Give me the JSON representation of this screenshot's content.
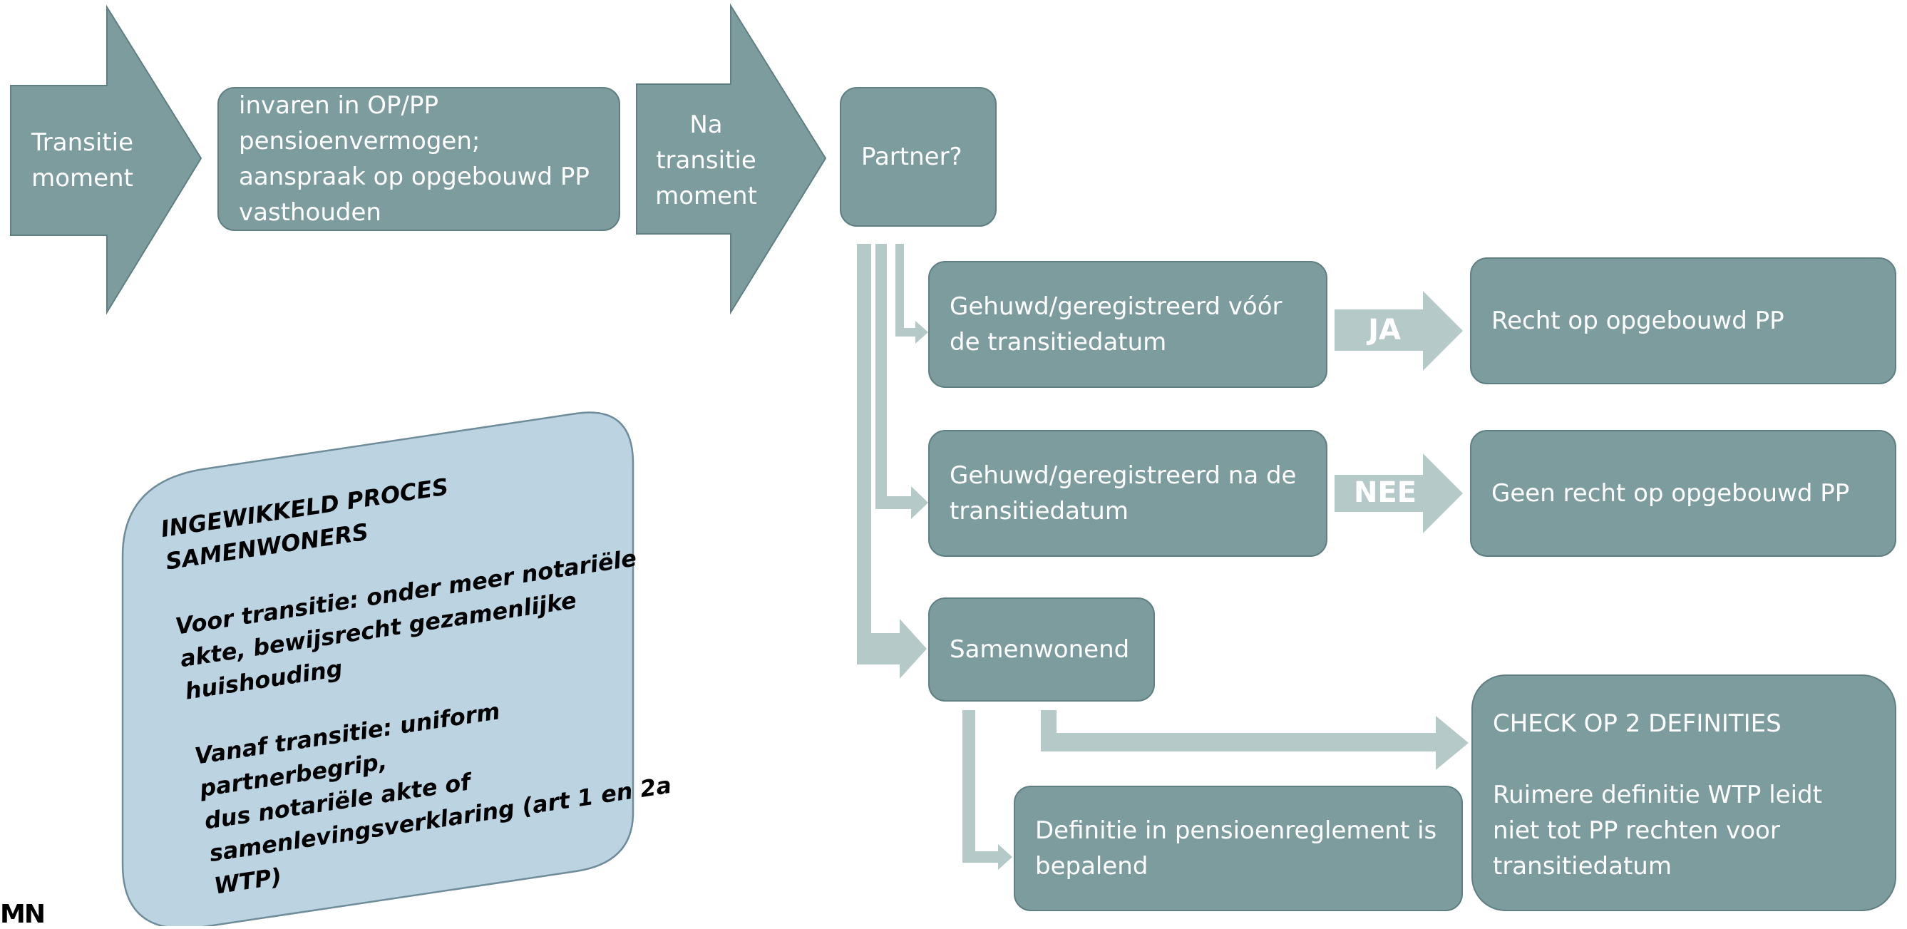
{
  "colors": {
    "box_fill": "#7d9c9d",
    "box_border": "#5f7f82",
    "connector": "#b5c9c9",
    "note_fill": "#bcd3e2",
    "note_border": "#6f8c9a"
  },
  "header": {
    "arrow1": "Transitie moment",
    "box1": "invaren in OP/PP pensioenvermogen; aanspraak op opgebouwd PP vasthouden",
    "arrow2": "Na transitie moment",
    "partner": "Partner?"
  },
  "branches": {
    "gehuwd_voor": "Gehuwd/geregistreerd vóór de transitiedatum",
    "ja": "JA",
    "recht": "Recht op opgebouwd PP",
    "gehuwd_na": "Gehuwd/geregistreerd na de transitiedatum",
    "nee": "NEE",
    "geen_recht": "Geen recht op opgebouwd PP",
    "samenwonend": "Samenwonend",
    "definitie": "Definitie in pensioenreglement is bepalend",
    "check_title": "CHECK OP 2 DEFINITIES",
    "check_body": "Ruimere definitie WTP leidt niet tot PP rechten voor transitiedatum"
  },
  "note": {
    "line1": "INGEWIKKELD PROCES SAMENWONERS",
    "line2": "Voor transitie: onder meer notariële",
    "line3": "akte, bewijsrecht gezamenlijke",
    "line4": "huishouding",
    "line5": "Vanaf transitie: uniform partnerbegrip,",
    "line6": "dus notariële akte of",
    "line7": "samenlevingsverklaring (art 1 en 2a",
    "line8": "WTP)"
  },
  "logo": "MN"
}
